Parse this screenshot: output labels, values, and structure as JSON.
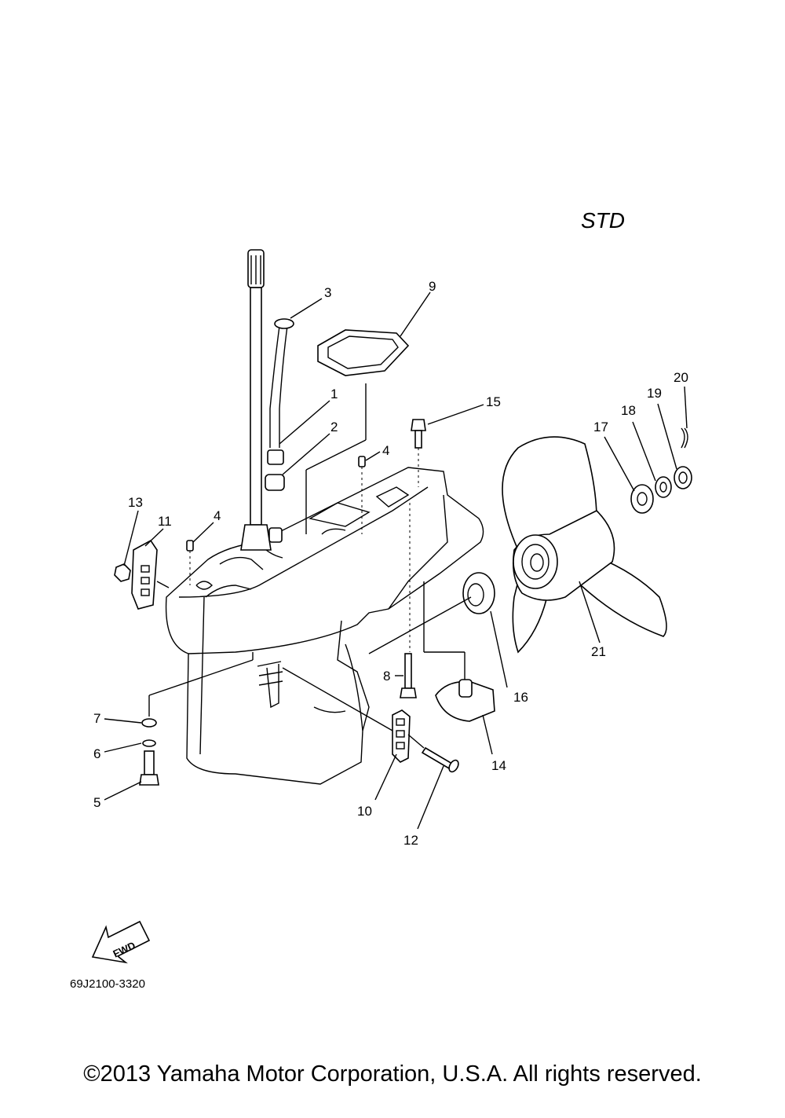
{
  "variant_label": "STD",
  "document_number": "69J2100-3320",
  "fwd_label": "FWD",
  "copyright": "©2013 Yamaha Motor Corporation, U.S.A. All rights reserved.",
  "callouts": {
    "c1": "1",
    "c2": "2",
    "c3": "3",
    "c4a": "4",
    "c4b": "4",
    "c5": "5",
    "c6": "6",
    "c7": "7",
    "c8": "8",
    "c9": "9",
    "c10": "10",
    "c11": "11",
    "c12": "12",
    "c13": "13",
    "c14": "14",
    "c15": "15",
    "c16": "16",
    "c17": "17",
    "c18": "18",
    "c19": "19",
    "c20": "20",
    "c21": "21"
  }
}
